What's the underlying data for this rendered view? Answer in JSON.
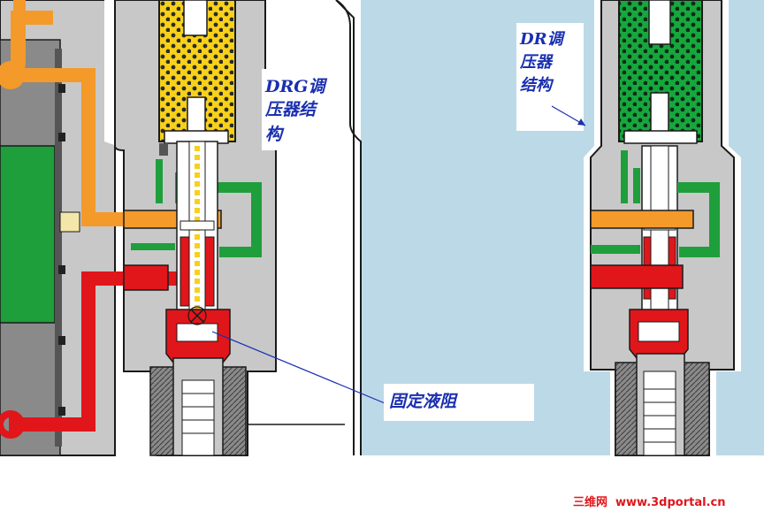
{
  "labels": {
    "drg_line1": "DRG调",
    "drg_line2": "压器结",
    "drg_line3": "构",
    "dr_line1": "DR调",
    "dr_line2": "压器",
    "dr_line3": "结构",
    "fixed_orifice": "固定液阻"
  },
  "watermark": {
    "prefix": "三维网",
    "url": "www.3dportal.cn"
  },
  "colors": {
    "body_gray": "#c8c8c8",
    "dark_gray": "#7a7a7a",
    "outline": "#1a1a1a",
    "orange": "#f39a2a",
    "red": "#e0161b",
    "green": "#1f9e3c",
    "yellow": "#f7d11a",
    "bright_green": "#16a73e",
    "light_blue": "#bcd9e8",
    "label_blue": "#1a2fb0",
    "watermark_red": "#e0161b"
  },
  "icons": [
    "throttle-symbol-icon",
    "pointer-arrow-icon"
  ]
}
